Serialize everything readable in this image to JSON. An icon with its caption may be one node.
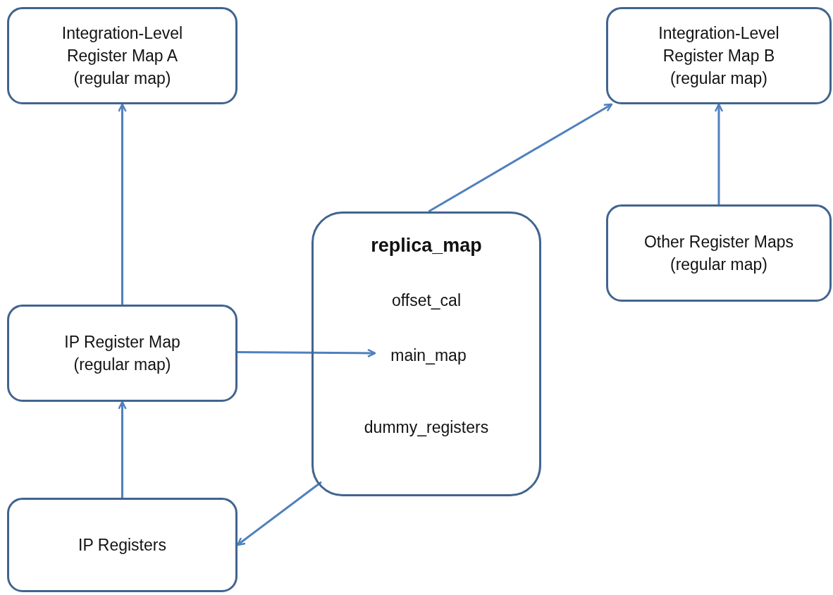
{
  "diagram": {
    "nodes": [
      {
        "text": [
          "Integration-Level Register Map A",
          "(regular map)"
        ]
      },
      {
        "text": [
          "Integration-Level Register Map B",
          "(regular map)"
        ]
      },
      {
        "text": [
          "replica_map",
          "offset_cal",
          "dummy_registers"
        ]
      },
      {
        "text": [
          "main_map"
        ],
        "in": 2
      },
      {
        "text": [
          "Other Register Maps",
          "(regular map)"
        ]
      },
      {
        "text": [
          "IP Register Map",
          "(regular map)"
        ]
      },
      {
        "text": [
          "IP Registers"
        ]
      }
    ],
    "edges": [
      {
        "from": 5,
        "to": 0,
        "arrow": "to"
      },
      {
        "from": 2,
        "to": 1,
        "arrow": "to"
      },
      {
        "from": 4,
        "to": 1,
        "arrow": "to"
      },
      {
        "from": 5,
        "to": 3,
        "arrow": "to"
      },
      {
        "from": 2,
        "to": 6,
        "arrow": "to"
      },
      {
        "from": 6,
        "to": 5,
        "arrow": "to"
      }
    ]
  }
}
